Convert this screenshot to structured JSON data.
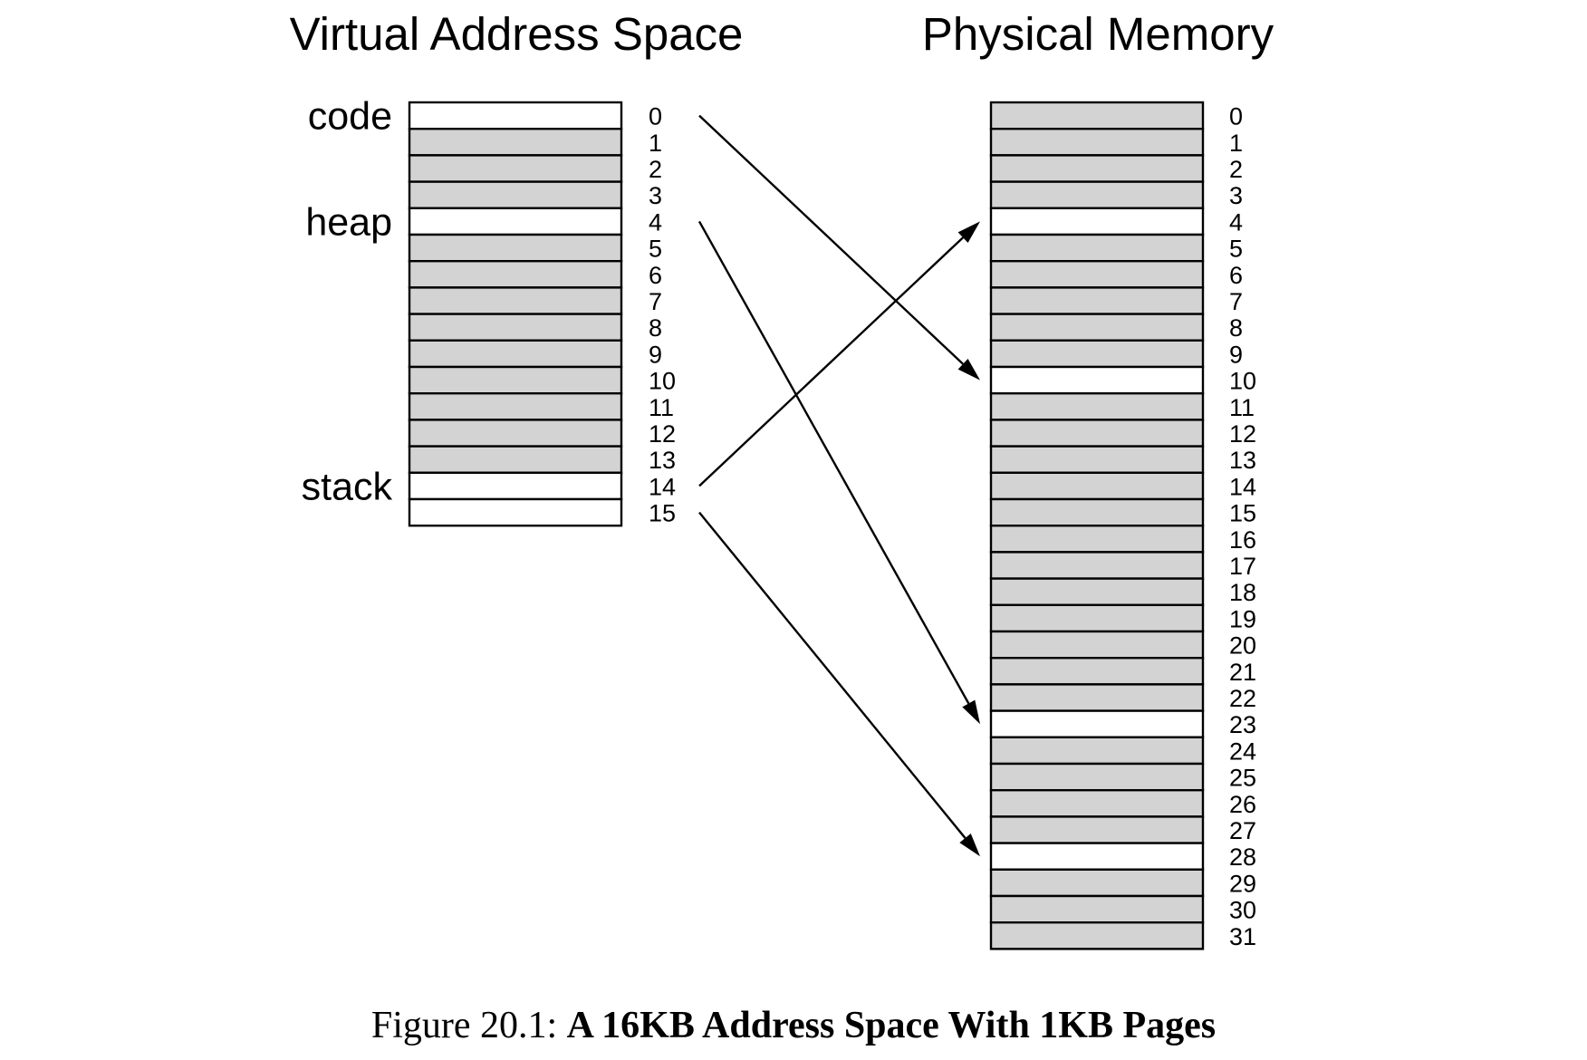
{
  "titles": {
    "virtual": "Virtual Address Space",
    "physical": "Physical Memory"
  },
  "virtual_space": {
    "page_count": 16,
    "used_pages": [
      0,
      4,
      14,
      15
    ],
    "segments": [
      {
        "label": "code",
        "page": 0
      },
      {
        "label": "heap",
        "page": 4
      },
      {
        "label": "stack",
        "page": 14
      }
    ]
  },
  "physical_memory": {
    "frame_count": 32,
    "used_frames": [
      4,
      10,
      23,
      28
    ]
  },
  "mappings": [
    {
      "virtual_page": 0,
      "physical_frame": 10
    },
    {
      "virtual_page": 4,
      "physical_frame": 23
    },
    {
      "virtual_page": 14,
      "physical_frame": 4
    },
    {
      "virtual_page": 15,
      "physical_frame": 28
    }
  ],
  "colors": {
    "used": "#ffffff",
    "unused": "#d3d3d3",
    "line": "#000000"
  },
  "caption": {
    "prefix": "Figure 20.1:",
    "title": "A 16KB Address Space With 1KB Pages"
  }
}
